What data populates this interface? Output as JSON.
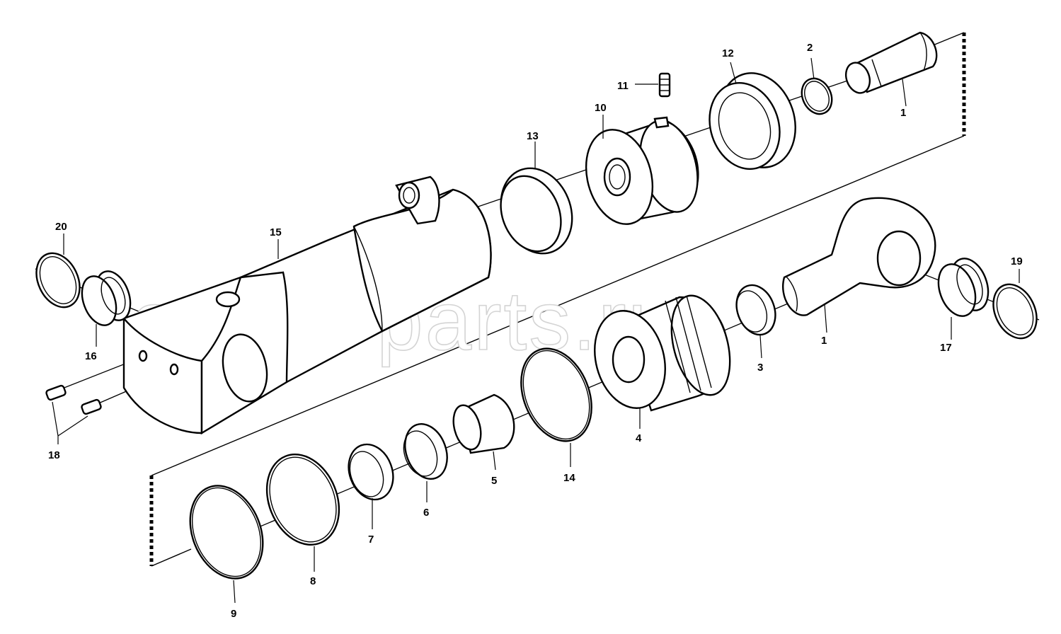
{
  "watermark": "ansat-parts.ru",
  "callouts": {
    "n1a": "1",
    "n1b": "1",
    "n2": "2",
    "n3": "3",
    "n4": "4",
    "n5": "5",
    "n6": "6",
    "n7": "7",
    "n8": "8",
    "n9": "9",
    "n10": "10",
    "n11": "11",
    "n12": "12",
    "n13": "13",
    "n14": "14",
    "n15": "15",
    "n16": "16",
    "n17": "17",
    "n18": "18",
    "n19": "19",
    "n20": "20"
  }
}
